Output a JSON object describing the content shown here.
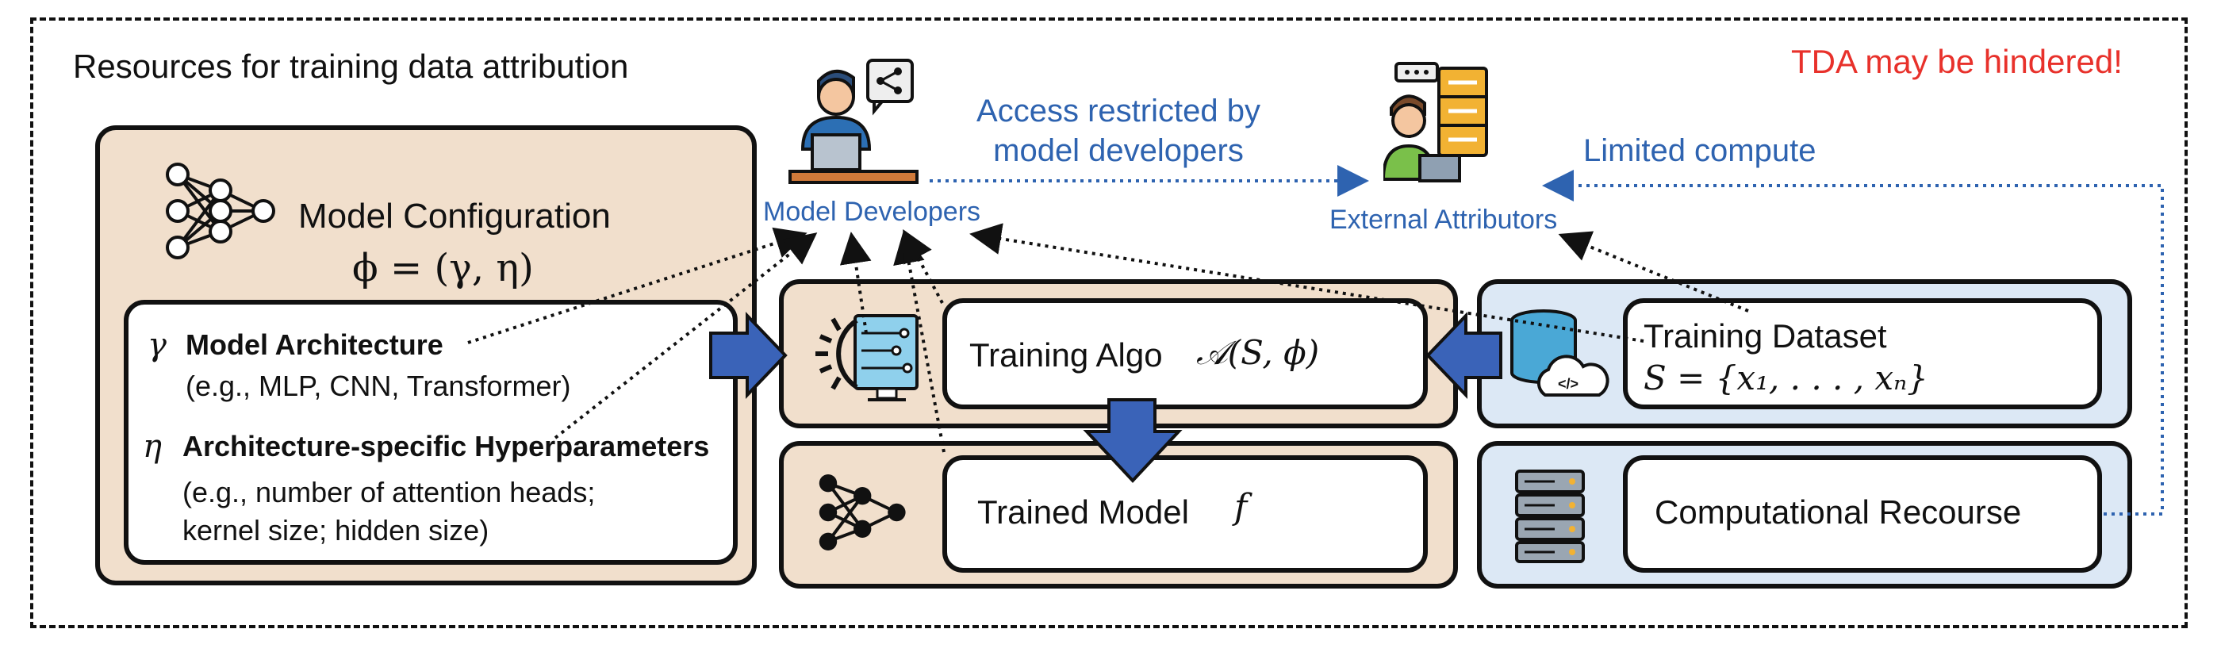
{
  "header": {
    "title": "Resources for training data attribution",
    "warning": "TDA may be hindered!"
  },
  "actors": {
    "developers": "Model Developers",
    "attributors": "External Attributors"
  },
  "annotations": {
    "access_restricted": "Access restricted by model developers",
    "access_restricted_line1": "Access restricted by",
    "access_restricted_line2": "model developers",
    "limited_compute": "Limited compute"
  },
  "model_config": {
    "title": "Model Configuration",
    "formula": "ϕ = (γ, η)",
    "architecture_symbol": "γ",
    "architecture_label": "Model Architecture",
    "architecture_examples": "(e.g., MLP, CNN, Transformer)",
    "hyper_symbol": "η",
    "hyper_label": "Architecture-specific Hyperparameters",
    "hyper_examples_line1": "(e.g., number of attention heads;",
    "hyper_examples_line2": "kernel size; hidden size)"
  },
  "training_algo": {
    "label": "Training Algo",
    "formula": "𝒜(S, ϕ)"
  },
  "trained_model": {
    "label": "Trained Model",
    "formula": "f"
  },
  "training_dataset": {
    "label": "Training Dataset",
    "formula": "S = {x₁, . . . , xₙ}"
  },
  "compute": {
    "label": "Computational Recourse"
  },
  "colors": {
    "tan": "#f1dfcc",
    "light_blue": "#dce8f5",
    "arrow_blue": "#3a63b8",
    "annotation_blue": "#2e63b0",
    "warning_red": "#e8312b"
  },
  "icons": {
    "developers": "developer-at-desk-icon",
    "attributors": "person-with-server-icon",
    "model_config": "neural-network-icon",
    "training_algo": "gear-circuit-monitor-icon",
    "trained_model": "neural-network-icon",
    "dataset": "database-cloud-icon",
    "compute": "server-rack-icon"
  }
}
